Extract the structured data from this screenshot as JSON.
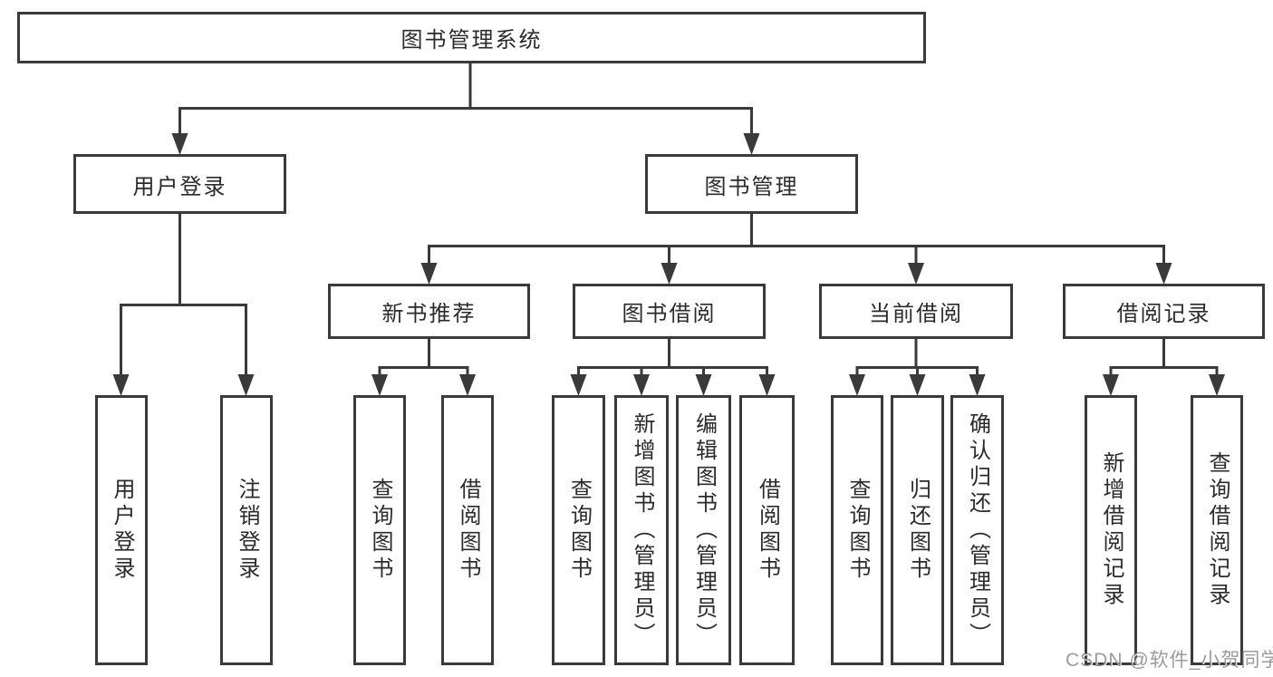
{
  "tree": {
    "root": "图书管理系统",
    "login": {
      "label": "用户登录",
      "children": [
        "用户登录",
        "注销登录"
      ]
    },
    "management": {
      "label": "图书管理",
      "sections": [
        {
          "label": "新书推荐",
          "children": [
            "查询图书",
            "借阅图书"
          ]
        },
        {
          "label": "图书借阅",
          "children": [
            "查询图书",
            "新增图书（管理员）",
            "编辑图书（管理员）",
            "借阅图书"
          ]
        },
        {
          "label": "当前借阅",
          "children": [
            "查询图书",
            "归还图书",
            "确认归还（管理员）"
          ]
        },
        {
          "label": "借阅记录",
          "children": [
            "新增借阅记录",
            "查询借阅记录"
          ]
        }
      ]
    }
  },
  "colors": {
    "line": "#3a3a3a",
    "text": "#2b2b2b",
    "watermark": "#7a7a7a"
  },
  "watermark": "CSDN @软件_小贺同学"
}
